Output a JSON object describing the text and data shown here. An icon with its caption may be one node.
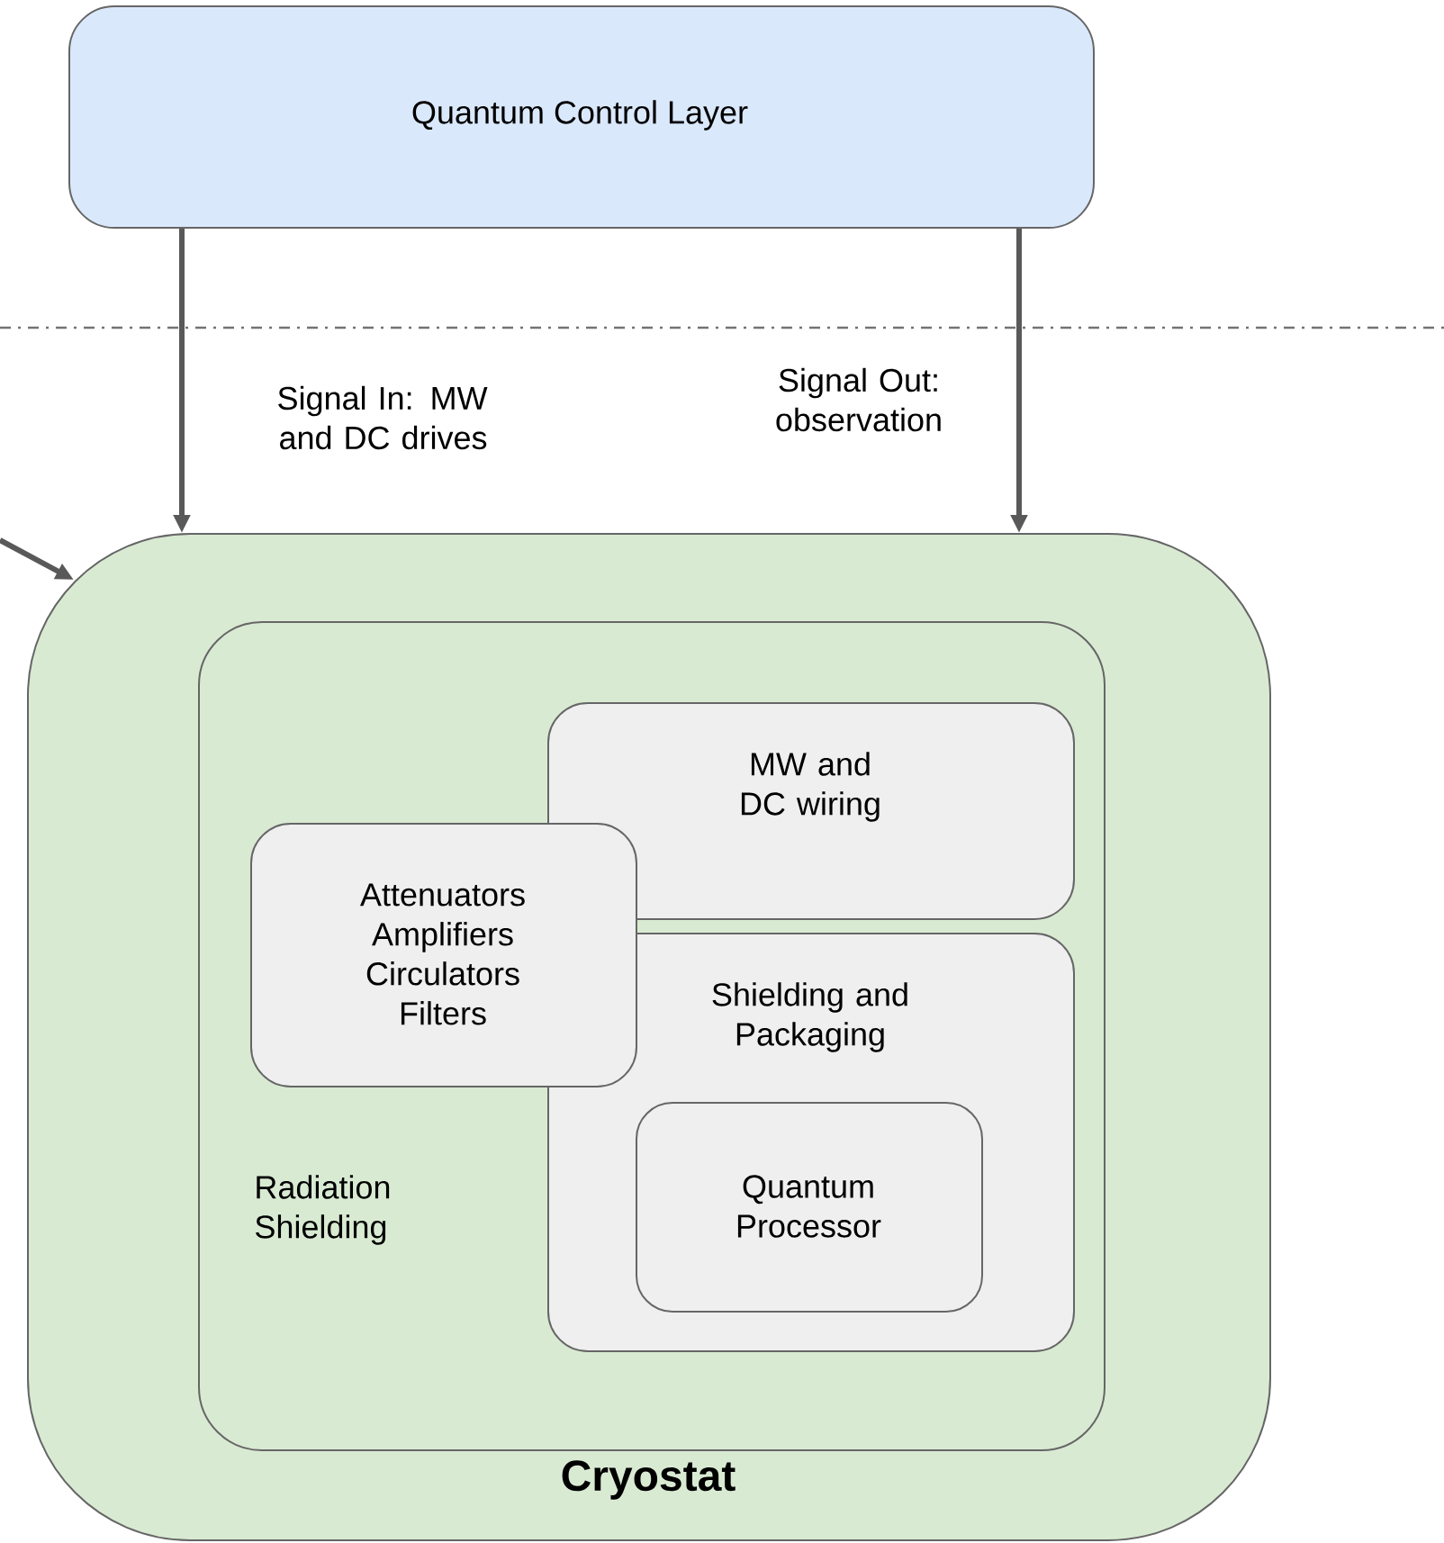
{
  "diagram": {
    "nodes": [
      {
        "text": [
          "Quantum Control Layer"
        ]
      },
      {
        "text": [
          "Cryostat"
        ]
      },
      {
        "text": [
          "Radiation Shielding"
        ],
        "in": 1
      },
      {
        "text": [
          "MW and DC wiring"
        ],
        "in": 2
      },
      {
        "text": [
          "Attenuators Amplifiers Circulators Filters"
        ],
        "in": 2
      },
      {
        "text": [
          "Shielding and Packaging"
        ],
        "in": 2
      },
      {
        "text": [
          "Quantum Processor"
        ],
        "in": 5
      }
    ],
    "edges": [
      {
        "from": 0,
        "to": 1,
        "arrow": "to",
        "label": "Signal In: MW and DC drives"
      },
      {
        "from": 0,
        "to": 1,
        "arrow": "to",
        "label": "Signal Out: observation"
      },
      {
        "from": null,
        "to": 1,
        "arrow": "to"
      }
    ]
  }
}
